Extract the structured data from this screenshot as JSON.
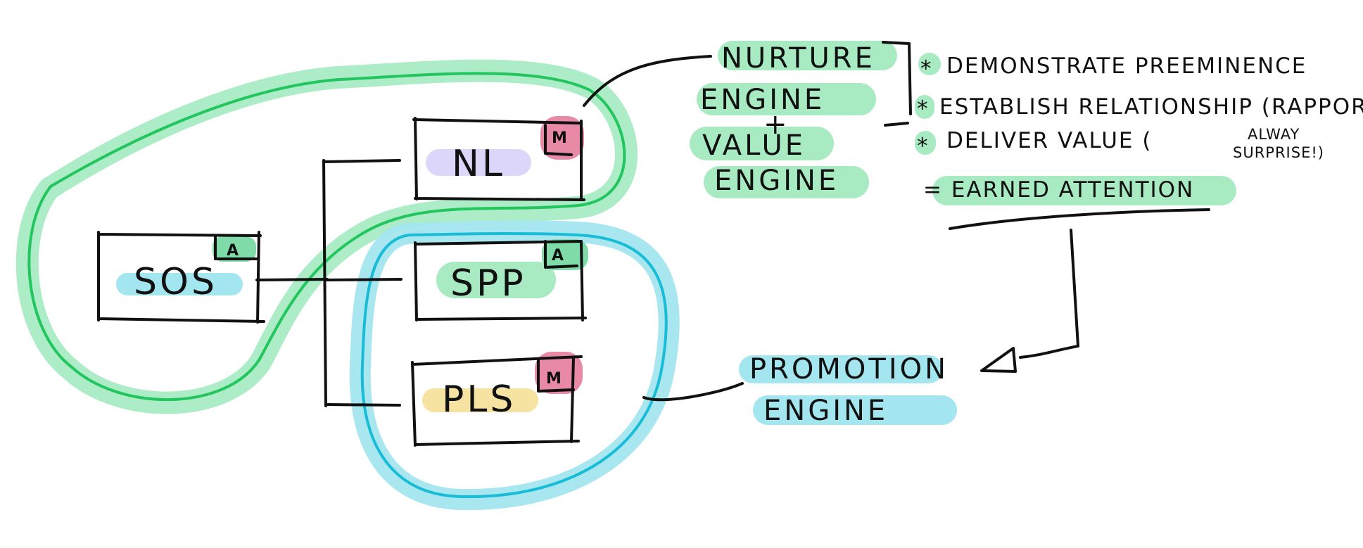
{
  "colors": {
    "green_highlight": "#a8ebc3",
    "green_outline": "#22c55e",
    "cyan_highlight": "#a3e6ef",
    "cyan_outline": "#19bcd6",
    "purple_highlight": "#ddd6fb",
    "yellow_highlight": "#f7e3a1",
    "pink_badge": "#e88aa6",
    "green_badge": "#7fdba8",
    "ink": "#111111"
  },
  "nodes": {
    "sos": {
      "label": "SOS",
      "badge": "A"
    },
    "nl": {
      "label": "NL",
      "badge": "M"
    },
    "spp": {
      "label": "SPP",
      "badge": "A"
    },
    "pls": {
      "label": "PLS",
      "badge": "M"
    }
  },
  "nurture": {
    "line1": "NURTURE",
    "line2": "ENGINE"
  },
  "plus": "+",
  "value": {
    "line1": "VALUE",
    "line2": "ENGINE"
  },
  "bullets": [
    {
      "star": "*",
      "text": "DEMONSTRATE PREEMINENCE"
    },
    {
      "star": "*",
      "text": "ESTABLISH RELATIONSHIP (RAPPORT)"
    },
    {
      "star": "*",
      "text": "DELIVER VALUE (",
      "aside1": "ALWAY",
      "aside2": "SURPRISE!)"
    }
  ],
  "result": {
    "text": "= EARNED ATTENTION"
  },
  "promotion": {
    "line1": "PROMOTION",
    "line2": "ENGINE"
  }
}
